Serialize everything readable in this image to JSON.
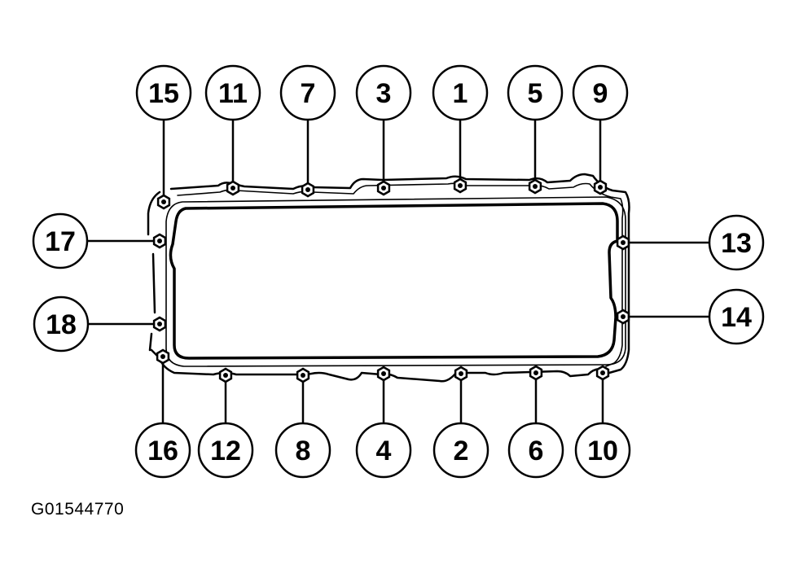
{
  "diagram": {
    "callouts": [
      "15",
      "11",
      "7",
      "3",
      "1",
      "5",
      "9",
      "17",
      "13",
      "18",
      "14",
      "16",
      "12",
      "8",
      "4",
      "2",
      "6",
      "10"
    ],
    "figure_id": "G01544770"
  }
}
